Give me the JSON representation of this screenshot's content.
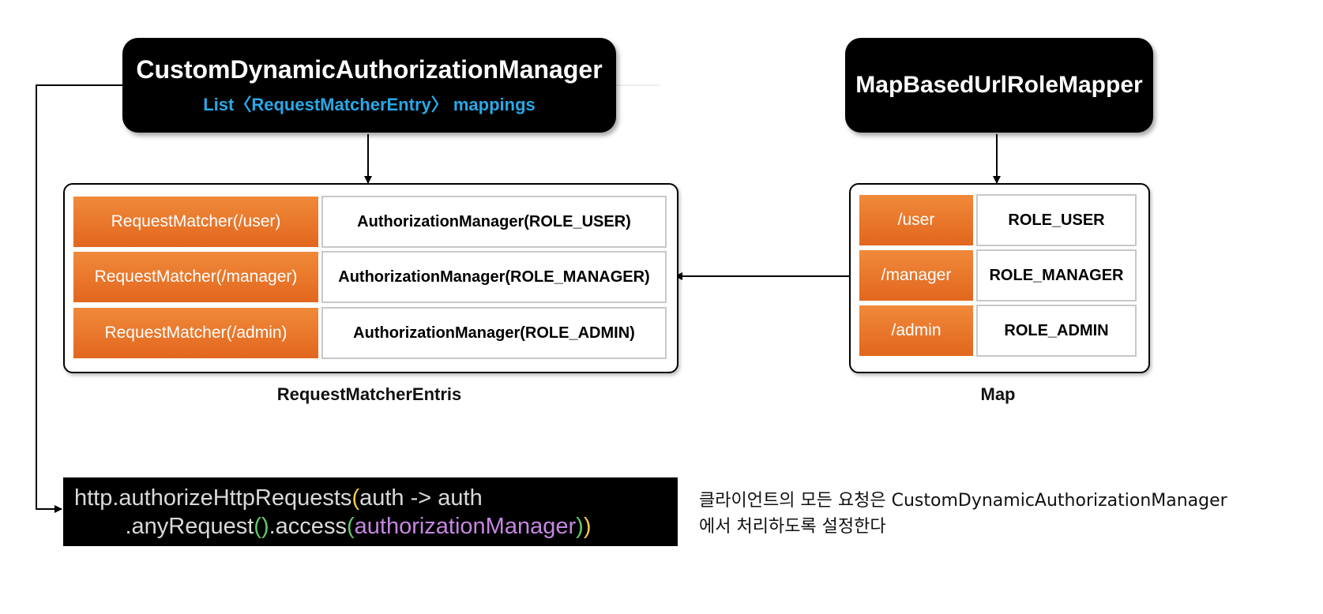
{
  "manager_box": {
    "title": "CustomDynamicAuthorizationManager",
    "subtitle": "List〈RequestMatcherEntry〉 mappings"
  },
  "mapper_box": {
    "title": "MapBasedUrlRoleMapper"
  },
  "entries_table": {
    "caption": "RequestMatcherEntris",
    "rows": [
      {
        "key": "RequestMatcher(/user)",
        "value": "AuthorizationManager(ROLE_USER)"
      },
      {
        "key": "RequestMatcher(/manager)",
        "value": "AuthorizationManager(ROLE_MANAGER)"
      },
      {
        "key": "RequestMatcher(/admin)",
        "value": "AuthorizationManager(ROLE_ADMIN)"
      }
    ]
  },
  "map_table": {
    "caption": "Map",
    "rows": [
      {
        "key": "/user",
        "value": "ROLE_USER"
      },
      {
        "key": "/manager",
        "value": "ROLE_MANAGER"
      },
      {
        "key": "/admin",
        "value": "ROLE_ADMIN"
      }
    ]
  },
  "code": {
    "line1_prefix": "http.authorizeHttpRequests",
    "line1_open": "(",
    "line1_rest": "auth -> auth",
    "line2_prefix": ".anyRequest",
    "line2_parens": "()",
    "line2_access": ".access",
    "line2_open": "(",
    "line2_arg": "authorizationManager",
    "line2_close_inner": ")",
    "line2_close_outer": ")"
  },
  "note": {
    "line1": "클라이언트의 모든 요청은 CustomDynamicAuthorizationManager",
    "line2": "에서 처리하도록 설정한다"
  },
  "colors": {
    "orange": "#e8732a",
    "subtitle_blue": "#29a8e8",
    "box_black": "#000000"
  }
}
